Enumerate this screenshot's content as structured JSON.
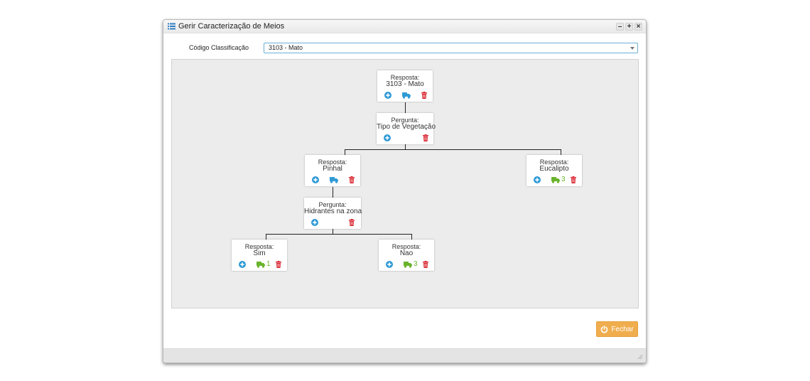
{
  "window": {
    "title": "Gerir Caracterização de Meios",
    "controls": [
      "–",
      "+",
      "×"
    ]
  },
  "form": {
    "label": "Código Classificação",
    "select_value": "3103 - Mato"
  },
  "tree": {
    "nodes": [
      {
        "type": "Resposta:",
        "value": "3103 - Mato"
      },
      {
        "type": "Pergunta:",
        "value": "Tipo de Vegetação"
      },
      {
        "type": "Resposta:",
        "value": "Pinhal"
      },
      {
        "type": "Resposta:",
        "value": "Eucalipto",
        "count": "3"
      },
      {
        "type": "Pergunta:",
        "value": "Hidrantes na zona"
      },
      {
        "type": "Resposta:",
        "value": "Sim",
        "count": "1"
      },
      {
        "type": "Resposta:",
        "value": "Nao",
        "count": "3"
      }
    ]
  },
  "footer": {
    "close_label": "Fechar"
  },
  "colors": {
    "add": "#2f9ad6",
    "truck_empty": "#2f9ad6",
    "truck_assigned": "#6ab42d",
    "delete": "#d9232d",
    "close_button": "#f0ad4e"
  },
  "icons": {
    "title": "list-icon",
    "add": "plus-circle-icon",
    "vehicle": "truck-icon",
    "delete": "trash-icon",
    "close": "power-icon"
  }
}
